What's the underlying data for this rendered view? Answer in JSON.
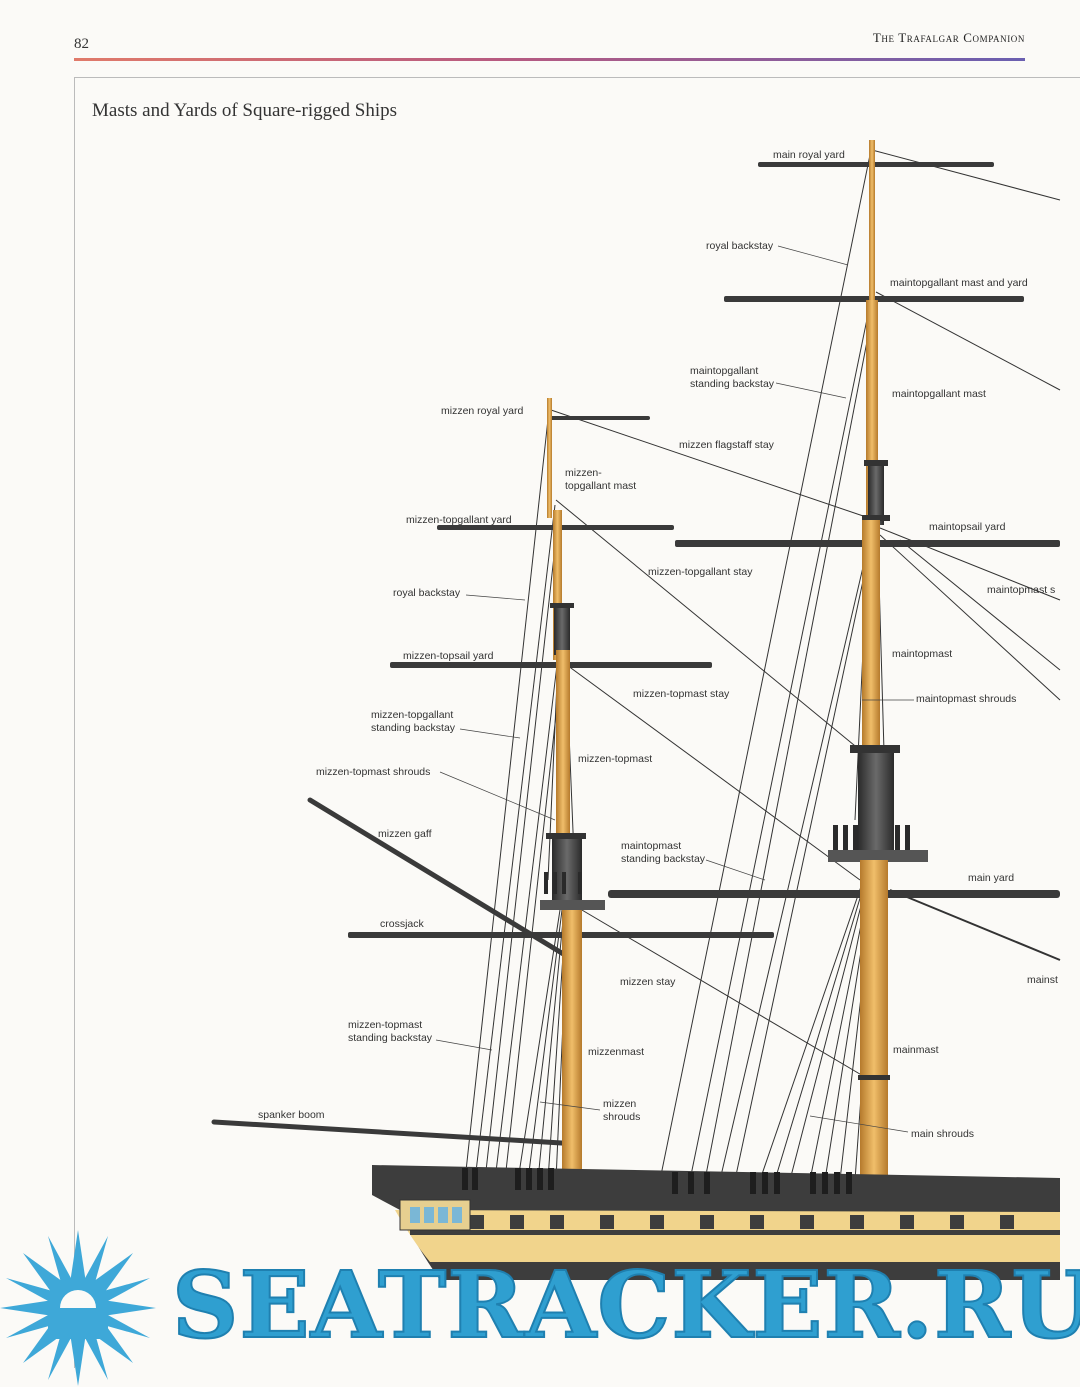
{
  "header": {
    "page_number": "82",
    "running_head": "The Trafalgar Companion"
  },
  "diagram": {
    "title": "Masts and Yards of Square-rigged Ships",
    "labels": {
      "main_royal_yard": "main royal yard",
      "royal_backstay_main": "royal backstay",
      "maintopgallant_mast_and_yard": "maintopgallant mast and yard",
      "maintopgallant_standing_backstay": "maintopgallant\nstanding backstay",
      "maintopgallant_mast": "maintopgallant mast",
      "mizzen_royal_yard": "mizzen royal yard",
      "mizzen_flagstaff_stay": "mizzen flagstaff stay",
      "mizzen_topgallant_mast": "mizzen-\ntopgallant mast",
      "mizzen_topgallant_yard": "mizzen-topgallant yard",
      "maintopsail_yard": "maintopsail yard",
      "mizzen_topgallant_stay": "mizzen-topgallant stay",
      "royal_backstay_mizzen": "royal backstay",
      "maintopmast_stay_partial": "maintopmast s",
      "mizzen_topsail_yard": "mizzen-topsail yard",
      "maintopmast": "maintopmast",
      "mizzen_topmast_stay": "mizzen-topmast stay",
      "maintopmast_shrouds": "maintopmast shrouds",
      "mizzen_topgallant_standing_backstay": "mizzen-topgallant\nstanding backstay",
      "mizzen_topmast": "mizzen-topmast",
      "mizzen_topmast_shrouds": "mizzen-topmast shrouds",
      "mizzen_gaff": "mizzen gaff",
      "maintopmast_standing_backstay": "maintopmast\nstanding backstay",
      "main_yard": "main yard",
      "crossjack": "crossjack",
      "mizzen_stay": "mizzen stay",
      "mainstay_partial": "mainst",
      "mizzen_topmast_standing_backstay": "mizzen-topmast\nstanding backstay",
      "mizzenmast": "mizzenmast",
      "mainmast": "mainmast",
      "mizzen_shrouds": "mizzen\nshrouds",
      "spanker_boom": "spanker boom",
      "main_shrouds": "main shrouds"
    }
  },
  "watermark": {
    "text": "SEATRACKER.RU",
    "color": "#2f9fd0"
  },
  "colors": {
    "mast_wood": "#d9a04a",
    "spar": "#3a3a3a",
    "hull_dark": "#3d3d3d",
    "hull_yellow": "#f1d48c"
  }
}
